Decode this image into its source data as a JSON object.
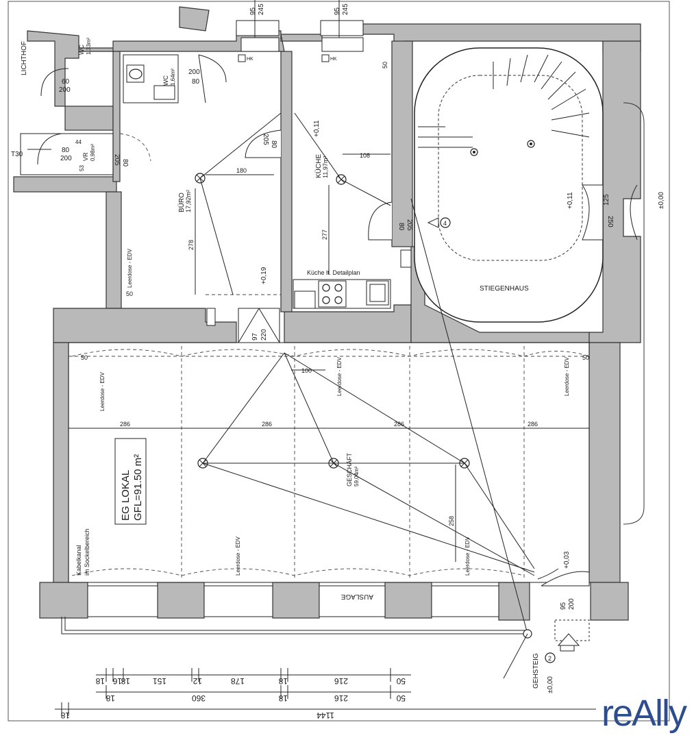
{
  "rooms": {
    "lichthof": "LICHTHOF",
    "wc1": "WC",
    "wc1_area": "1,33m²",
    "wc2": "WC",
    "wc2_area": "1,64m²",
    "vr": "VR",
    "vr_area": "0,98m²",
    "buero": "BÜRO",
    "buero_area": "17,92m²",
    "kueche": "KÜCHE",
    "kueche_area": "11,97m²",
    "stiegenhaus": "STIEGENHAUS",
    "geschaeft": "GESCHÄFT",
    "geschaeft_area": "59,04m²",
    "auslage": "AUSLAGE",
    "gehsteig": "GEHSTEIG",
    "kueche_detail": "Küche lt. Detailplan",
    "lokal_line1": "EG LOKAL",
    "lokal_line2": "GFL=91.50 m²",
    "kabel1": "Kabelkanal",
    "kabel2": "im Sockelbereich"
  },
  "labels": {
    "t30": "T30",
    "leerdose_edv": "Leerdose - EDV",
    "leerdose_edv2": "Leerdose - EDV",
    "leerdose_edv3": "Leerdose - EDV",
    "leerdose_edv4": "Leerdose - EDV",
    "leerdose_edv5": "Leerdose - EDV",
    "leerdose_edv6": "Leerdose - EDV",
    "level_019": "+0,19",
    "level_011": "+0,11",
    "level_011b": "+0,11",
    "level_000": "±0,00",
    "level_003": "+0,03",
    "level_000b": "±0,00",
    "circle4": "4",
    "circle2": "2",
    "hk": "HK"
  },
  "doors": {
    "d_60_200": [
      "60",
      "200"
    ],
    "d_80_200": [
      "80",
      "200"
    ],
    "d_80_200b": [
      "80",
      "200"
    ],
    "d_80_205": [
      "80",
      "205"
    ],
    "d_80_205b": [
      "80",
      "205"
    ],
    "d_80_205c": [
      "80",
      "205"
    ],
    "d_97_220": [
      "97",
      "220"
    ],
    "d_125_250": [
      "125",
      "250"
    ],
    "d_95_200": [
      "95",
      "200"
    ],
    "win_95_245": [
      "95",
      "245"
    ],
    "win_95_245b": [
      "95",
      "245"
    ]
  },
  "dims": {
    "d180": "180",
    "d278": "278",
    "d277": "277",
    "d108": "108",
    "d50a": "50",
    "d50b": "50",
    "d50c": "50",
    "d50d": "50",
    "d100": "100",
    "d258": "258",
    "d286a": "286",
    "d286b": "286",
    "d286c": "286",
    "d286d": "286",
    "d53": "53",
    "d44": "44"
  },
  "dim_row1": [
    "18",
    "16",
    "18",
    "151",
    "12",
    "178",
    "18",
    "216",
    "50"
  ],
  "dim_row2": [
    "18",
    "360",
    "18",
    "216",
    "50"
  ],
  "dim_total": [
    "18",
    "1144"
  ],
  "logo": "reAlly",
  "colors": {
    "wall": "#b9b9b9",
    "line": "#222222",
    "logo": "#2d4d8f"
  }
}
